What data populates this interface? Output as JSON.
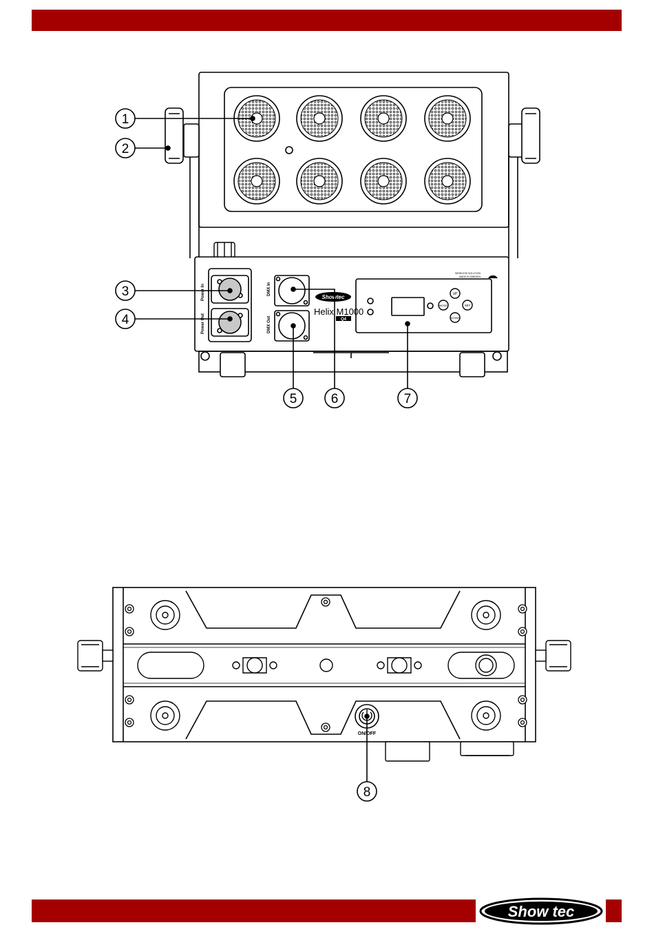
{
  "callouts": {
    "c1": "1",
    "c2": "2",
    "c3": "3",
    "c4": "4",
    "c5": "5",
    "c6": "6",
    "c7": "7",
    "c8": "8"
  },
  "panel": {
    "power_in": "Power In",
    "power_out": "Power Out",
    "dmx_in": "DMX In",
    "dmx_out": "DMX Out",
    "model_name": "Helix M1000",
    "model_suffix": "Q4",
    "brand_small": "Showtec",
    "btn_up": "UP",
    "btn_mode": "MODE",
    "btn_set": "SET",
    "btn_down": "DOWN",
    "wireless_line1": "WIRELESS SOLUTION",
    "wireless_line2": "MADE IN SWEDEN"
  },
  "bottom": {
    "onoff": "ON/OFF"
  },
  "footer": {
    "logo_text": "Show tec"
  },
  "colors": {
    "accent": "#a50000"
  }
}
